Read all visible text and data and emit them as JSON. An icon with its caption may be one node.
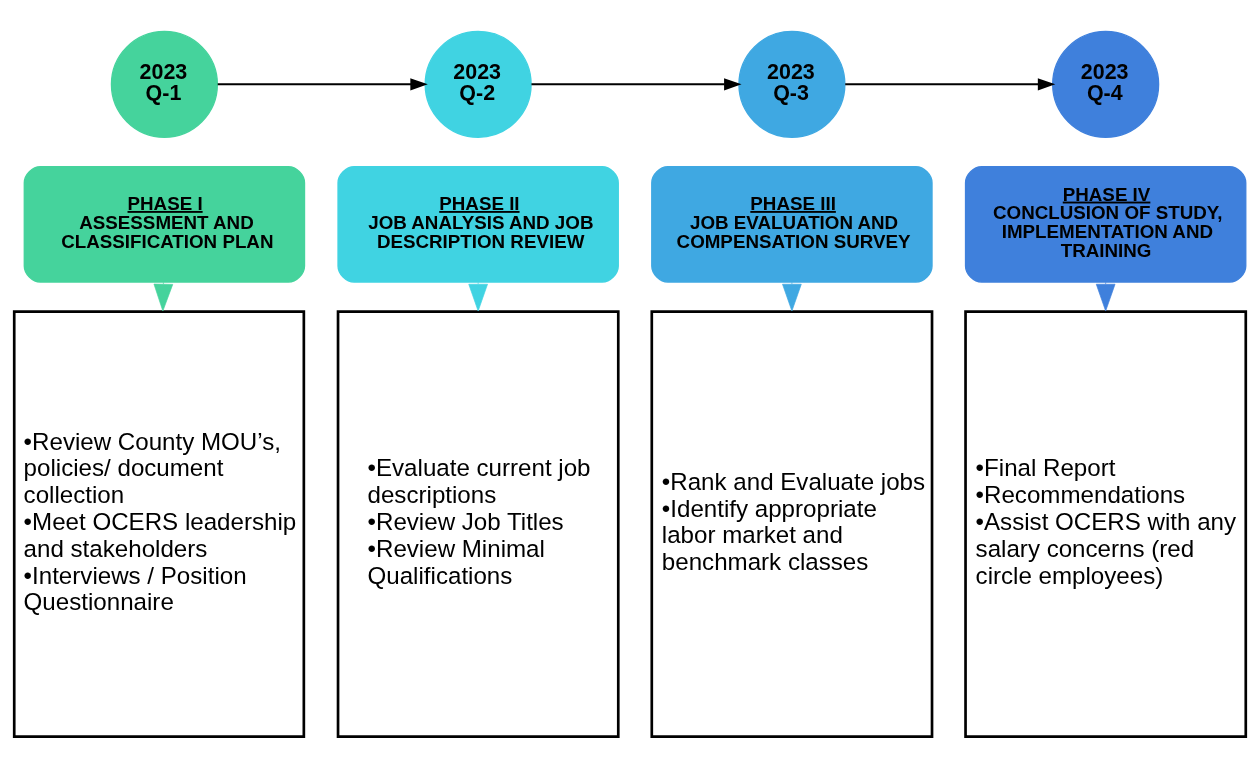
{
  "diagram": {
    "nodes": [
      {
        "text": [
          "2023 Q-1"
        ]
      },
      {
        "text": [
          "2023 Q-2"
        ]
      },
      {
        "text": [
          "2023 Q-3"
        ]
      },
      {
        "text": [
          "2023 Q-4"
        ]
      },
      {
        "text": [
          "PHASE I",
          "ASSESSMENT AND CLASSIFICATION PLAN"
        ]
      },
      {
        "text": [
          "PHASE II",
          "JOB ANALYSIS AND JOB DESCRIPTION REVIEW"
        ]
      },
      {
        "text": [
          "PHASE III",
          "JOB EVALUATION AND COMPENSATION SURVEY"
        ]
      },
      {
        "text": [
          "PHASE IV",
          "CONCLUSION OF STUDY, IMPLEMENTATION AND TRAINING"
        ]
      },
      {
        "text": [
          "•Review County MOU’s, policies/ document collection",
          "•Meet OCERS leadership and stakeholders",
          "•Interviews / Position Questionnaire"
        ]
      },
      {
        "text": [
          "•Evaluate current job descriptions",
          "•Review Job Titles",
          "•Review Minimal Qualifications"
        ]
      },
      {
        "text": [
          "•Rank and Evaluate jobs",
          "•Identify appropriate labor market and benchmark classes"
        ]
      },
      {
        "text": [
          "•Final Report",
          "•Recommendations",
          "•Assist OCERS with any salary concerns (red circle employees)"
        ]
      }
    ],
    "edges": [
      {
        "from": 0,
        "to": 1,
        "arrow": "to"
      },
      {
        "from": 1,
        "to": 2,
        "arrow": "to"
      },
      {
        "from": 2,
        "to": 3,
        "arrow": "to"
      },
      {
        "from": 4,
        "to": 8,
        "arrow": "to",
        "color": "#45d39c"
      },
      {
        "from": 5,
        "to": 9,
        "arrow": "to",
        "color": "#40d3e2"
      },
      {
        "from": 6,
        "to": 10,
        "arrow": "to",
        "color": "#3fa8e2"
      },
      {
        "from": 7,
        "to": 11,
        "arrow": "to",
        "color": "#3f80dc"
      }
    ]
  }
}
